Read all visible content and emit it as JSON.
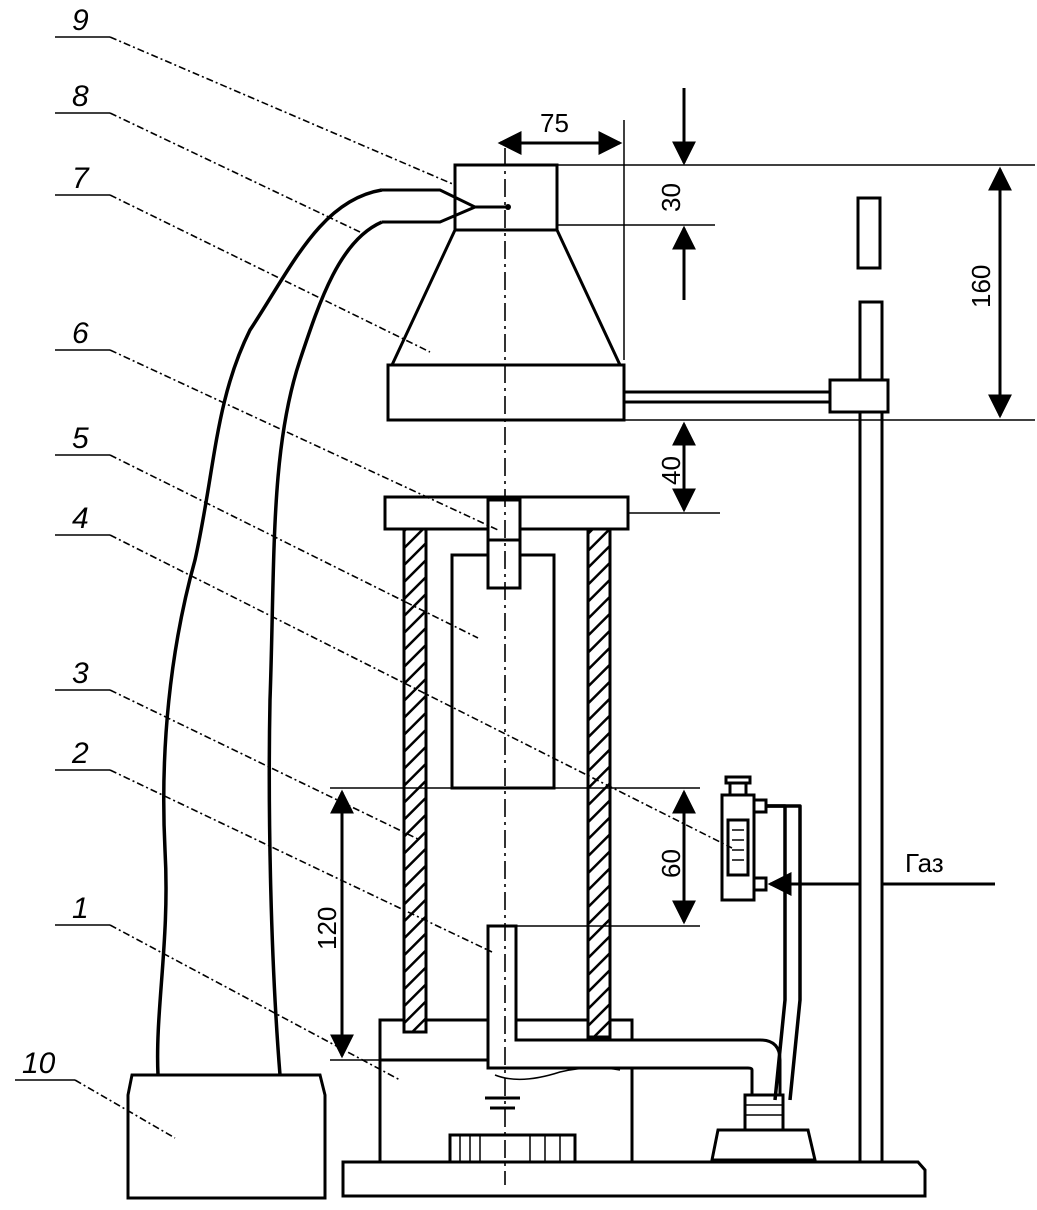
{
  "diagram": {
    "part_labels": [
      "1",
      "2",
      "3",
      "4",
      "5",
      "6",
      "7",
      "8",
      "9",
      "10"
    ],
    "dimensions": {
      "d75": "75",
      "d30": "30",
      "d160": "160",
      "d40": "40",
      "d60": "60",
      "d120": "120"
    },
    "gas_label": "Газ"
  }
}
